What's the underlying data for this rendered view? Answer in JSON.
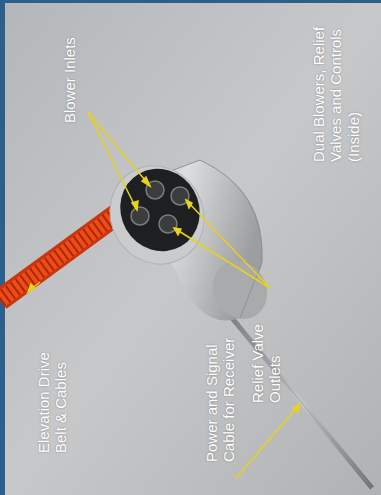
{
  "diagram": {
    "labels": [
      "Dual Blowers, Relief Valves and Controls (Inside)",
      "Blower Inlets",
      "Elevation Drive Belt & Cables",
      "Power and Signal Cable for Receiver",
      "Relief Valve Outlets"
    ]
  }
}
